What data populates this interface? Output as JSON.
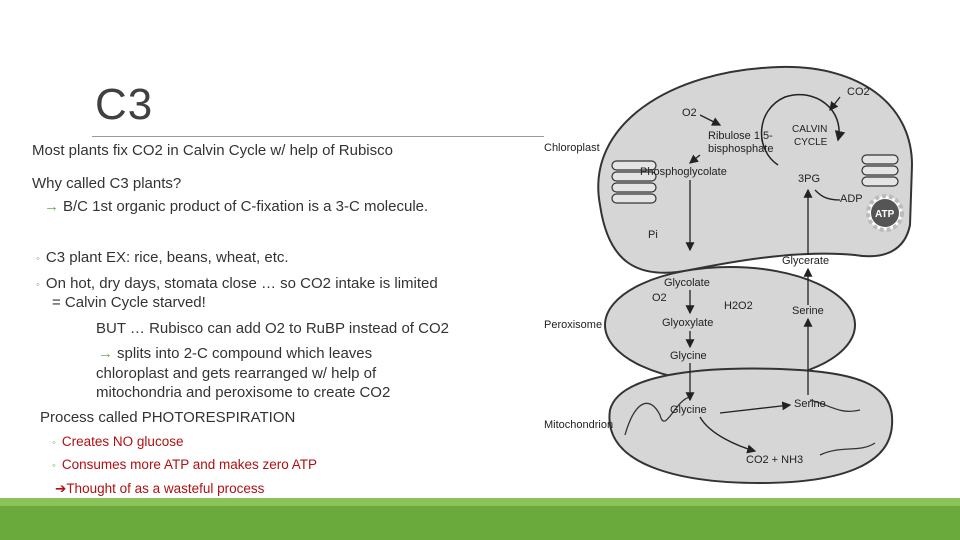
{
  "slide": {
    "title": "C3",
    "lines": {
      "l1": "Most plants fix CO2 in Calvin Cycle w/ help of Rubisco",
      "l2": "Why called C3 plants?",
      "l3": "B/C 1st organic product of C-fixation is a 3-C molecule.",
      "b1": "C3 plant EX: rice, beans, wheat, etc.",
      "b2a": "On hot, dry days, stomata close … so CO2 intake is limited",
      "b2b": "= Calvin Cycle starved!",
      "b3": "BUT … Rubisco can add O2 to RuBP instead of CO2",
      "b4": "splits into 2-C compound which leaves",
      "b5": "chloroplast and gets rearranged w/ help of",
      "b6": "mitochondria and peroxisome to create CO2",
      "b7": "Process called PHOTORESPIRATION",
      "r1": "Creates NO glucose",
      "r2": "Consumes more ATP and makes zero ATP",
      "r3": "Thought of as a wasteful process"
    }
  },
  "diagram": {
    "organelles": [
      "Chloroplast",
      "Peroxisome",
      "Mitochondrion"
    ],
    "labels": {
      "co2_top": "CO2",
      "o2_top": "O2",
      "ribulose": "Ribulose 1,5-",
      "bisphosphate": "bisphosphate",
      "calvin1": "CALVIN",
      "calvin2": "CYCLE",
      "phosphoglycolate": "Phosphoglycolate",
      "pg3": "3PG",
      "adp": "ADP",
      "atp": "ATP",
      "pi": "Pi",
      "glycerate": "Glycerate",
      "glycolate": "Glycolate",
      "o2_mid": "O2",
      "h2o2": "H2O2",
      "glyoxylate": "Glyoxylate",
      "serine_p": "Serine",
      "glycine_p": "Glycine",
      "glycine_m": "Glycine",
      "serine_m": "Serine",
      "co2_nh3": "CO2 + NH3"
    }
  }
}
